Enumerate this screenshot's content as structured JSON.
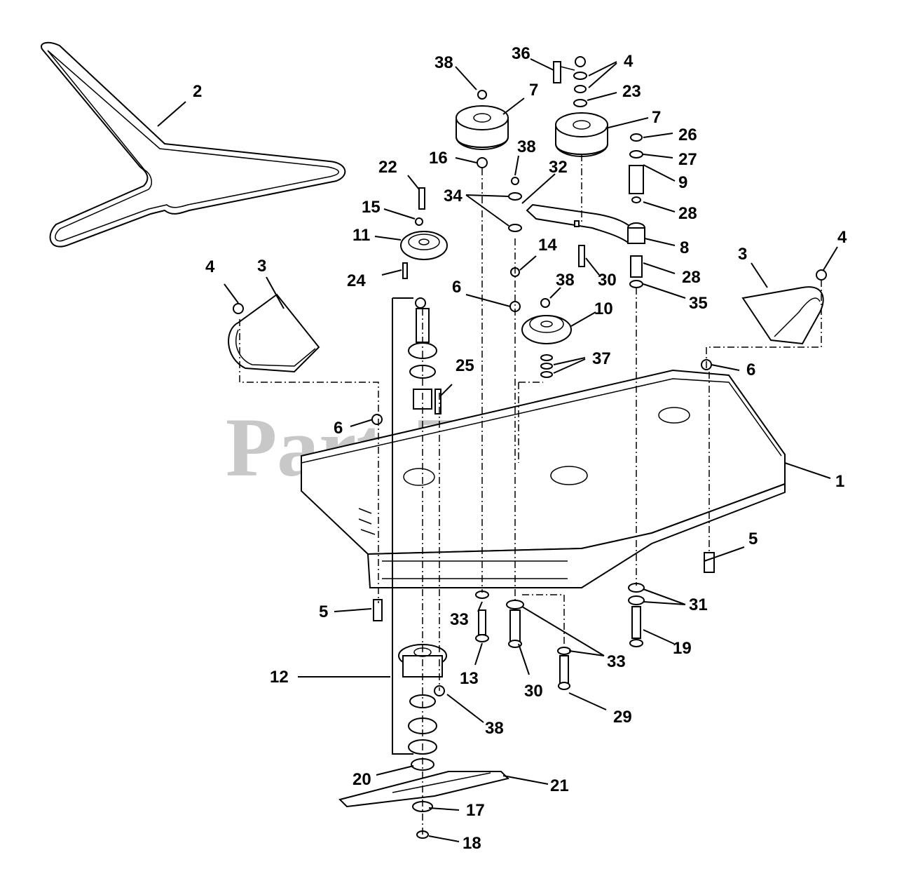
{
  "watermark": "PartsTree",
  "trademark": "™",
  "callouts": [
    {
      "id": "c1",
      "text": "1"
    },
    {
      "id": "c2",
      "text": "2"
    },
    {
      "id": "c3a",
      "text": "3"
    },
    {
      "id": "c3b",
      "text": "3"
    },
    {
      "id": "c4a",
      "text": "4"
    },
    {
      "id": "c4b",
      "text": "4"
    },
    {
      "id": "c4c",
      "text": "4"
    },
    {
      "id": "c5a",
      "text": "5"
    },
    {
      "id": "c5b",
      "text": "5"
    },
    {
      "id": "c6a",
      "text": "6"
    },
    {
      "id": "c6b",
      "text": "6"
    },
    {
      "id": "c6c",
      "text": "6"
    },
    {
      "id": "c7a",
      "text": "7"
    },
    {
      "id": "c7b",
      "text": "7"
    },
    {
      "id": "c8",
      "text": "8"
    },
    {
      "id": "c9",
      "text": "9"
    },
    {
      "id": "c10",
      "text": "10"
    },
    {
      "id": "c11",
      "text": "11"
    },
    {
      "id": "c12",
      "text": "12"
    },
    {
      "id": "c13",
      "text": "13"
    },
    {
      "id": "c14",
      "text": "14"
    },
    {
      "id": "c15",
      "text": "15"
    },
    {
      "id": "c16",
      "text": "16"
    },
    {
      "id": "c17",
      "text": "17"
    },
    {
      "id": "c18",
      "text": "18"
    },
    {
      "id": "c19",
      "text": "19"
    },
    {
      "id": "c20",
      "text": "20"
    },
    {
      "id": "c21",
      "text": "21"
    },
    {
      "id": "c22",
      "text": "22"
    },
    {
      "id": "c23",
      "text": "23"
    },
    {
      "id": "c24",
      "text": "24"
    },
    {
      "id": "c25",
      "text": "25"
    },
    {
      "id": "c26",
      "text": "26"
    },
    {
      "id": "c27",
      "text": "27"
    },
    {
      "id": "c28a",
      "text": "28"
    },
    {
      "id": "c28b",
      "text": "28"
    },
    {
      "id": "c29",
      "text": "29"
    },
    {
      "id": "c30a",
      "text": "30"
    },
    {
      "id": "c30b",
      "text": "30"
    },
    {
      "id": "c31",
      "text": "31"
    },
    {
      "id": "c32",
      "text": "32"
    },
    {
      "id": "c33a",
      "text": "33"
    },
    {
      "id": "c33b",
      "text": "33"
    },
    {
      "id": "c34",
      "text": "34"
    },
    {
      "id": "c35",
      "text": "35"
    },
    {
      "id": "c36",
      "text": "36"
    },
    {
      "id": "c37",
      "text": "37"
    },
    {
      "id": "c38a",
      "text": "38"
    },
    {
      "id": "c38b",
      "text": "38"
    },
    {
      "id": "c38c",
      "text": "38"
    },
    {
      "id": "c38d",
      "text": "38"
    }
  ]
}
